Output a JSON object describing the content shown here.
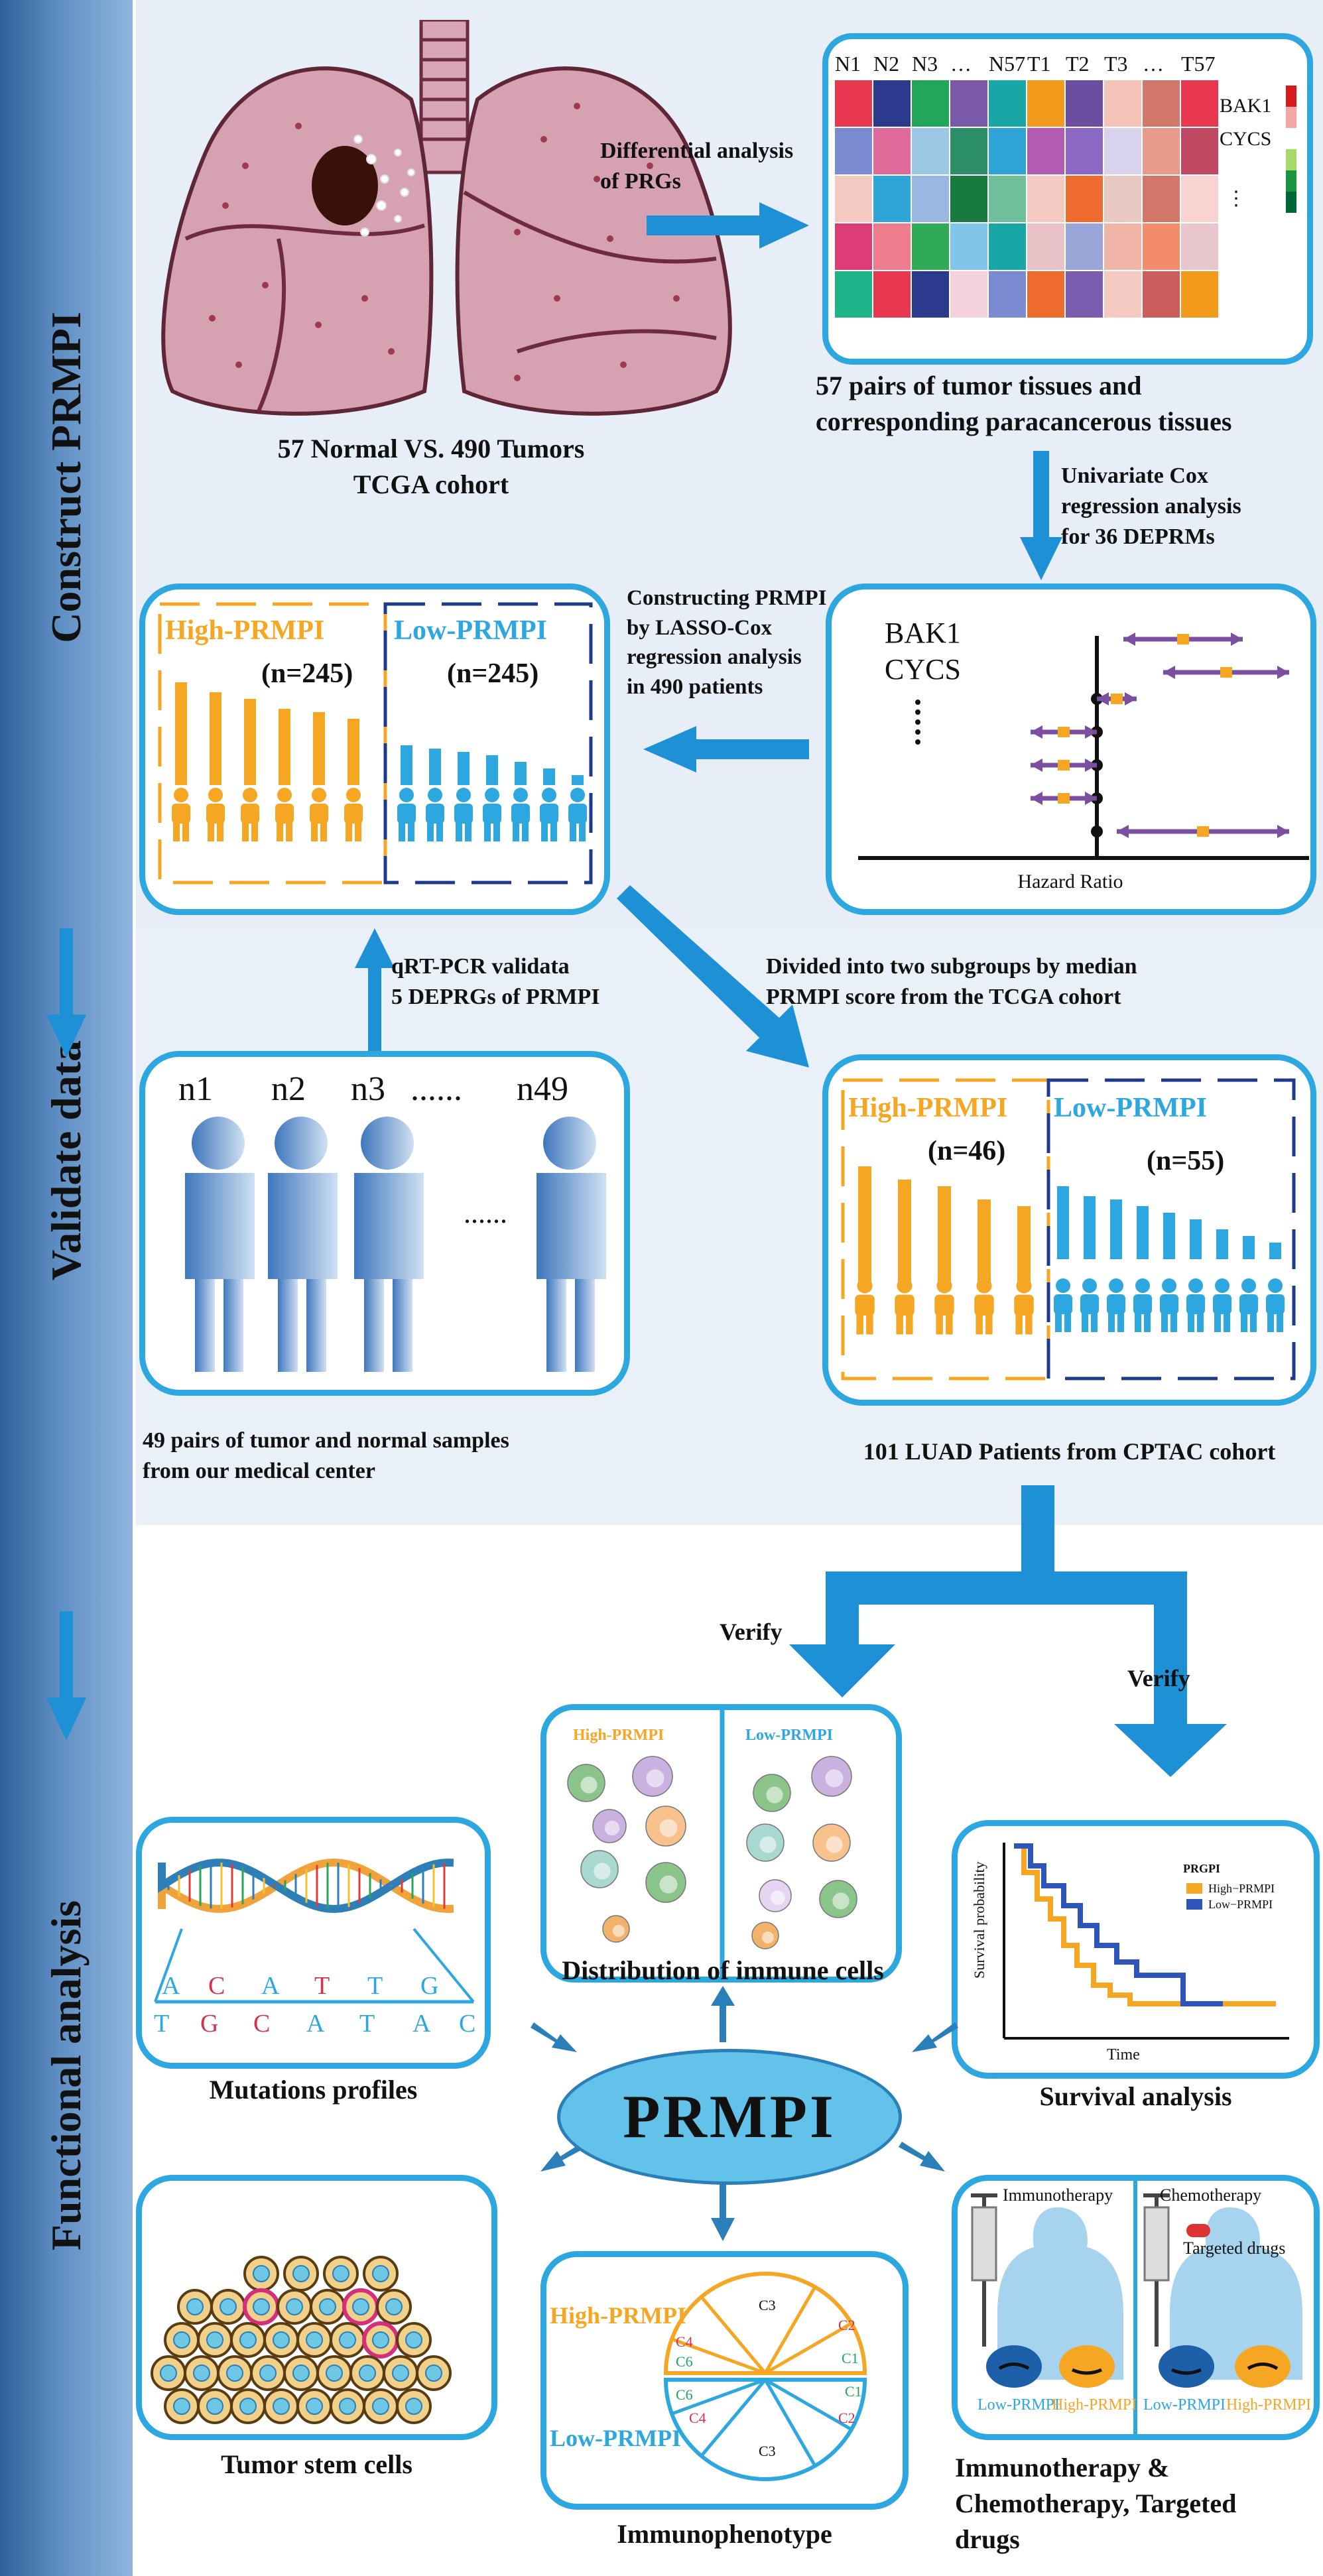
{
  "sections": {
    "construct": "Construct PRMPI",
    "validate": "Validate data",
    "functional": "Functional analysis"
  },
  "lung": {
    "caption_line1": "57 Normal VS. 490 Tumors",
    "caption_line2": "TCGA cohort"
  },
  "step_diff": {
    "line1": "Differential analysis",
    "line2": "of PRGs"
  },
  "heatmap": {
    "columns": [
      "N1",
      "N2",
      "N3",
      "…",
      "N57",
      "T1",
      "T2",
      "T3",
      "…",
      "T57"
    ],
    "rows": [
      "BAK1",
      "CYCS",
      "⋮"
    ],
    "caption_line1": "57 pairs of tumor tissues and",
    "caption_line2": "corresponding paracancerous tissues"
  },
  "step_cox": {
    "line1": "Univariate Cox",
    "line2": "regression analysis",
    "line3": "for 36 DEPRMs"
  },
  "forest": {
    "labels": [
      "BAK1",
      "CYCS"
    ],
    "xlabel": "Hazard Ratio"
  },
  "step_lasso": {
    "line1": "Constructing PRMPI",
    "line2": "by LASSO-Cox",
    "line3": "regression analysis",
    "line4": "in 490 patients"
  },
  "tcga_groups": {
    "high_label": "High-PRMPI",
    "high_n": "(n=245)",
    "low_label": "Low-PRMPI",
    "low_n": "(n=245)"
  },
  "step_qrt": {
    "line1": "qRT-PCR validata",
    "line2": "5 DEPRGs of PRMPI"
  },
  "step_divide": {
    "line1": "Divided into two subgroups by median",
    "line2": "PRMPI score from the TCGA cohort"
  },
  "samples": {
    "labels": [
      "n1",
      "n2",
      "n3",
      "......",
      "n49"
    ],
    "middle_dots": "......",
    "caption_line1": "49 pairs of tumor and normal samples",
    "caption_line2": "from our medical center"
  },
  "cptac_groups": {
    "high_label": "High-PRMPI",
    "high_n": "(n=46)",
    "low_label": "Low-PRMPI",
    "low_n": "(n=55)",
    "caption": "101 LUAD Patients from CPTAC cohort"
  },
  "verify": {
    "left": "Verify",
    "right": "Verify"
  },
  "immune": {
    "high_label": "High-PRMPI",
    "low_label": "Low-PRMPI",
    "caption": "Distribution of immune cells"
  },
  "mutations": {
    "top": [
      "A",
      "C",
      "A",
      "T",
      "T",
      "G"
    ],
    "bottom": [
      "T",
      "G",
      "C",
      "A",
      "T",
      "A",
      "C"
    ],
    "caption": "Mutations profiles"
  },
  "survival": {
    "legend_title": "PRGPI",
    "legend_high": "High−PRMPI",
    "legend_low": "Low−PRMPI",
    "ylabel": "Survival probability",
    "xlabel": "Time",
    "caption": "Survival analysis"
  },
  "center": {
    "label": "PRMPI"
  },
  "stem": {
    "caption": "Tumor stem cells"
  },
  "immunophenotype": {
    "high_label": "High-PRMPI",
    "low_label": "Low-PRMPI",
    "top_sectors": [
      "C4",
      "C6",
      "C3",
      "C2",
      "C1"
    ],
    "bottom_sectors": [
      "C6",
      "C4",
      "C3",
      "C2",
      "C1"
    ],
    "caption": "Immunophenotype"
  },
  "therapy": {
    "immuno_label": "Immunotherapy",
    "chemo_label": "Chemotherapy",
    "targeted_label": "Targeted drugs",
    "low_a": "Low-PRMPI",
    "high_a": "High-PRMPI",
    "low_b": "Low-PRMPI",
    "high_b": "High-PRMPI",
    "caption_line1": "Immunotherapy &",
    "caption_line2": "Chemotherapy, Targeted",
    "caption_line3": "drugs"
  },
  "colors": {
    "border_blue": "#2ca7df",
    "arrow_blue": "#1e90d6",
    "high_orange": "#f5a623",
    "low_blue": "#2ca7df",
    "low_navy": "#1f3a8a",
    "forest_purple": "#7b4fa0"
  }
}
